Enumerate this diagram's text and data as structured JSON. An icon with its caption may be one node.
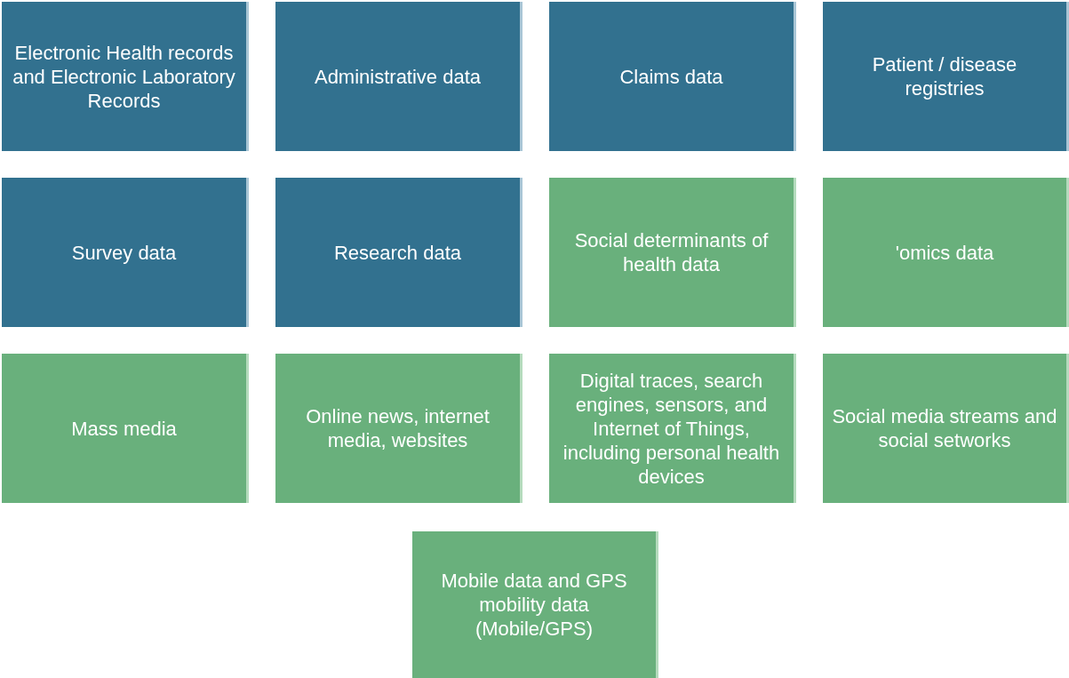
{
  "diagram": {
    "nodes": [
      {
        "text": [
          "Electronic Health records and Electronic Laboratory Records"
        ]
      },
      {
        "text": [
          "Administrative data"
        ]
      },
      {
        "text": [
          "Claims data"
        ]
      },
      {
        "text": [
          "Patient / disease registries"
        ]
      },
      {
        "text": [
          "Survey data"
        ]
      },
      {
        "text": [
          "Research data"
        ]
      },
      {
        "text": [
          "Social determinants of health data"
        ]
      },
      {
        "text": [
          "'omics data"
        ]
      },
      {
        "text": [
          "Mass media"
        ]
      },
      {
        "text": [
          "Online news, internet media, websites"
        ]
      },
      {
        "text": [
          "Digital traces, search engines, sensors, and Internet of Things, including personal health devices"
        ]
      },
      {
        "text": [
          "Social media streams and social setworks"
        ]
      },
      {
        "text": [
          "Mobile data and GPS mobility data (Mobile/GPS)"
        ]
      }
    ]
  }
}
